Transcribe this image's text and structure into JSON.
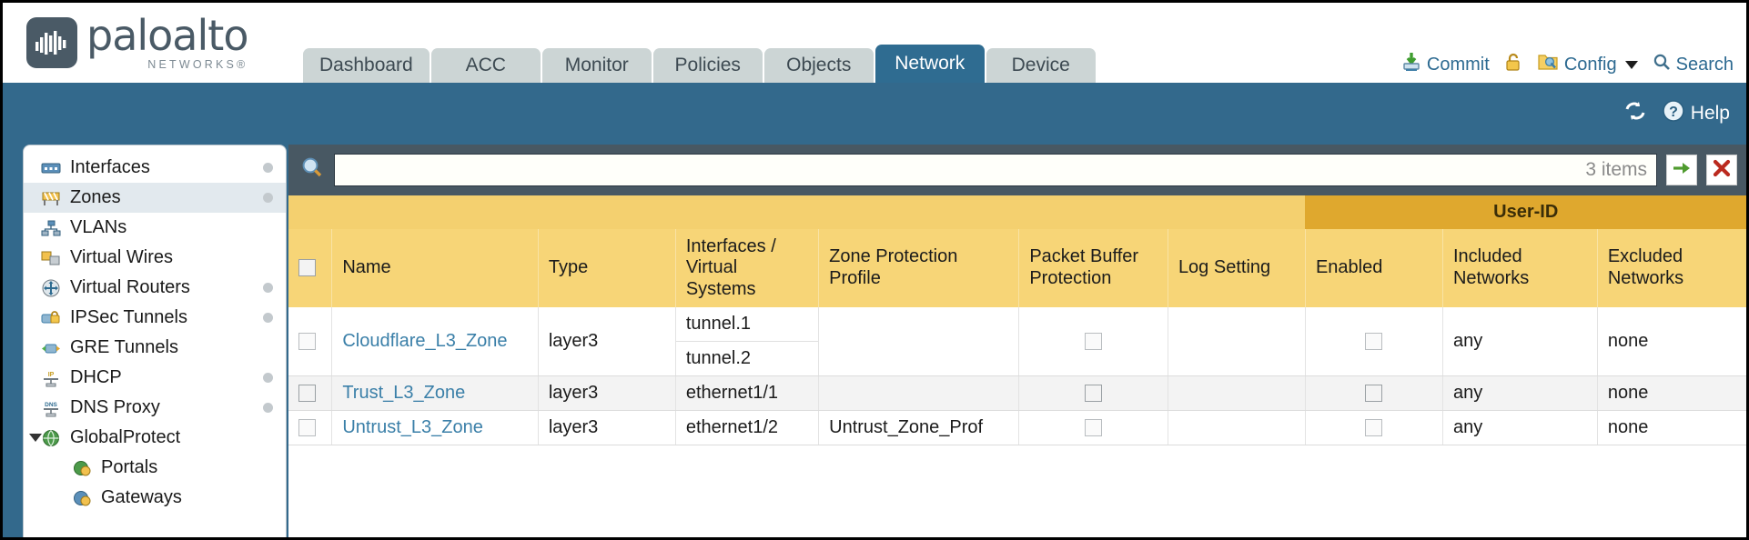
{
  "brand": {
    "name": "paloalto",
    "tagline": "NETWORKS®"
  },
  "tabs": [
    {
      "label": "Dashboard",
      "active": false
    },
    {
      "label": "ACC",
      "active": false
    },
    {
      "label": "Monitor",
      "active": false
    },
    {
      "label": "Policies",
      "active": false
    },
    {
      "label": "Objects",
      "active": false
    },
    {
      "label": "Network",
      "active": true
    },
    {
      "label": "Device",
      "active": false
    }
  ],
  "header_actions": {
    "commit": "Commit",
    "config": "Config",
    "search": "Search",
    "lock_icon": "padlock-icon",
    "commit_icon": "commit-download-icon",
    "config_icon": "config-folder-wrench-icon",
    "search_icon": "search-icon"
  },
  "band": {
    "refresh_icon": "refresh-icon",
    "help_label": "Help",
    "help_icon": "help-question-icon"
  },
  "sidebar": {
    "items": [
      {
        "label": "Interfaces",
        "icon": "interfaces-icon",
        "dot": true,
        "child": false,
        "selected": false
      },
      {
        "label": "Zones",
        "icon": "zones-icon",
        "dot": true,
        "child": false,
        "selected": true
      },
      {
        "label": "VLANs",
        "icon": "vlans-icon",
        "dot": false,
        "child": false,
        "selected": false
      },
      {
        "label": "Virtual Wires",
        "icon": "virtual-wires-icon",
        "dot": false,
        "child": false,
        "selected": false
      },
      {
        "label": "Virtual Routers",
        "icon": "virtual-routers-icon",
        "dot": true,
        "child": false,
        "selected": false
      },
      {
        "label": "IPSec Tunnels",
        "icon": "ipsec-tunnels-icon",
        "dot": true,
        "child": false,
        "selected": false
      },
      {
        "label": "GRE Tunnels",
        "icon": "gre-tunnels-icon",
        "dot": false,
        "child": false,
        "selected": false
      },
      {
        "label": "DHCP",
        "icon": "dhcp-icon",
        "dot": true,
        "child": false,
        "selected": false
      },
      {
        "label": "DNS Proxy",
        "icon": "dns-proxy-icon",
        "dot": true,
        "child": false,
        "selected": false
      },
      {
        "label": "GlobalProtect",
        "icon": "globalprotect-icon",
        "dot": false,
        "child": false,
        "selected": false,
        "twisty": "open"
      },
      {
        "label": "Portals",
        "icon": "portals-icon",
        "dot": false,
        "child": true,
        "selected": false
      },
      {
        "label": "Gateways",
        "icon": "gateways-icon",
        "dot": false,
        "child": true,
        "selected": false
      }
    ]
  },
  "search": {
    "value": "",
    "items_count": "3 items",
    "apply_icon": "green-arrow-apply-icon",
    "clear_icon": "red-x-clear-icon",
    "magnifier_icon": "search-icon"
  },
  "table": {
    "group_header": "User-ID",
    "columns": [
      "Name",
      "Type",
      "Interfaces / Virtual Systems",
      "Zone Protection Profile",
      "Packet Buffer Protection",
      "Log Setting",
      "Enabled",
      "Included Networks",
      "Excluded Networks"
    ],
    "rows": [
      {
        "name": "Cloudflare_L3_Zone",
        "type": "layer3",
        "interfaces": [
          "tunnel.1",
          "tunnel.2"
        ],
        "zone_protection_profile": "",
        "packet_buffer_protection": false,
        "log_setting": "",
        "userid_enabled": false,
        "included_networks": "any",
        "excluded_networks": "none"
      },
      {
        "name": "Trust_L3_Zone",
        "type": "layer3",
        "interfaces": [
          "ethernet1/1"
        ],
        "zone_protection_profile": "",
        "packet_buffer_protection": false,
        "log_setting": "",
        "userid_enabled": false,
        "included_networks": "any",
        "excluded_networks": "none"
      },
      {
        "name": "Untrust_L3_Zone",
        "type": "layer3",
        "interfaces": [
          "ethernet1/2"
        ],
        "zone_protection_profile": "Untrust_Zone_Prof",
        "packet_buffer_protection": false,
        "log_setting": "",
        "userid_enabled": false,
        "included_networks": "any",
        "excluded_networks": "none"
      }
    ]
  },
  "colors": {
    "header_blue": "#33698c",
    "active_tab": "#2f6c91",
    "table_header": "#f7d577",
    "group_header": "#dfa82e",
    "search_bar": "#485863",
    "link": "#3a7fa8"
  }
}
